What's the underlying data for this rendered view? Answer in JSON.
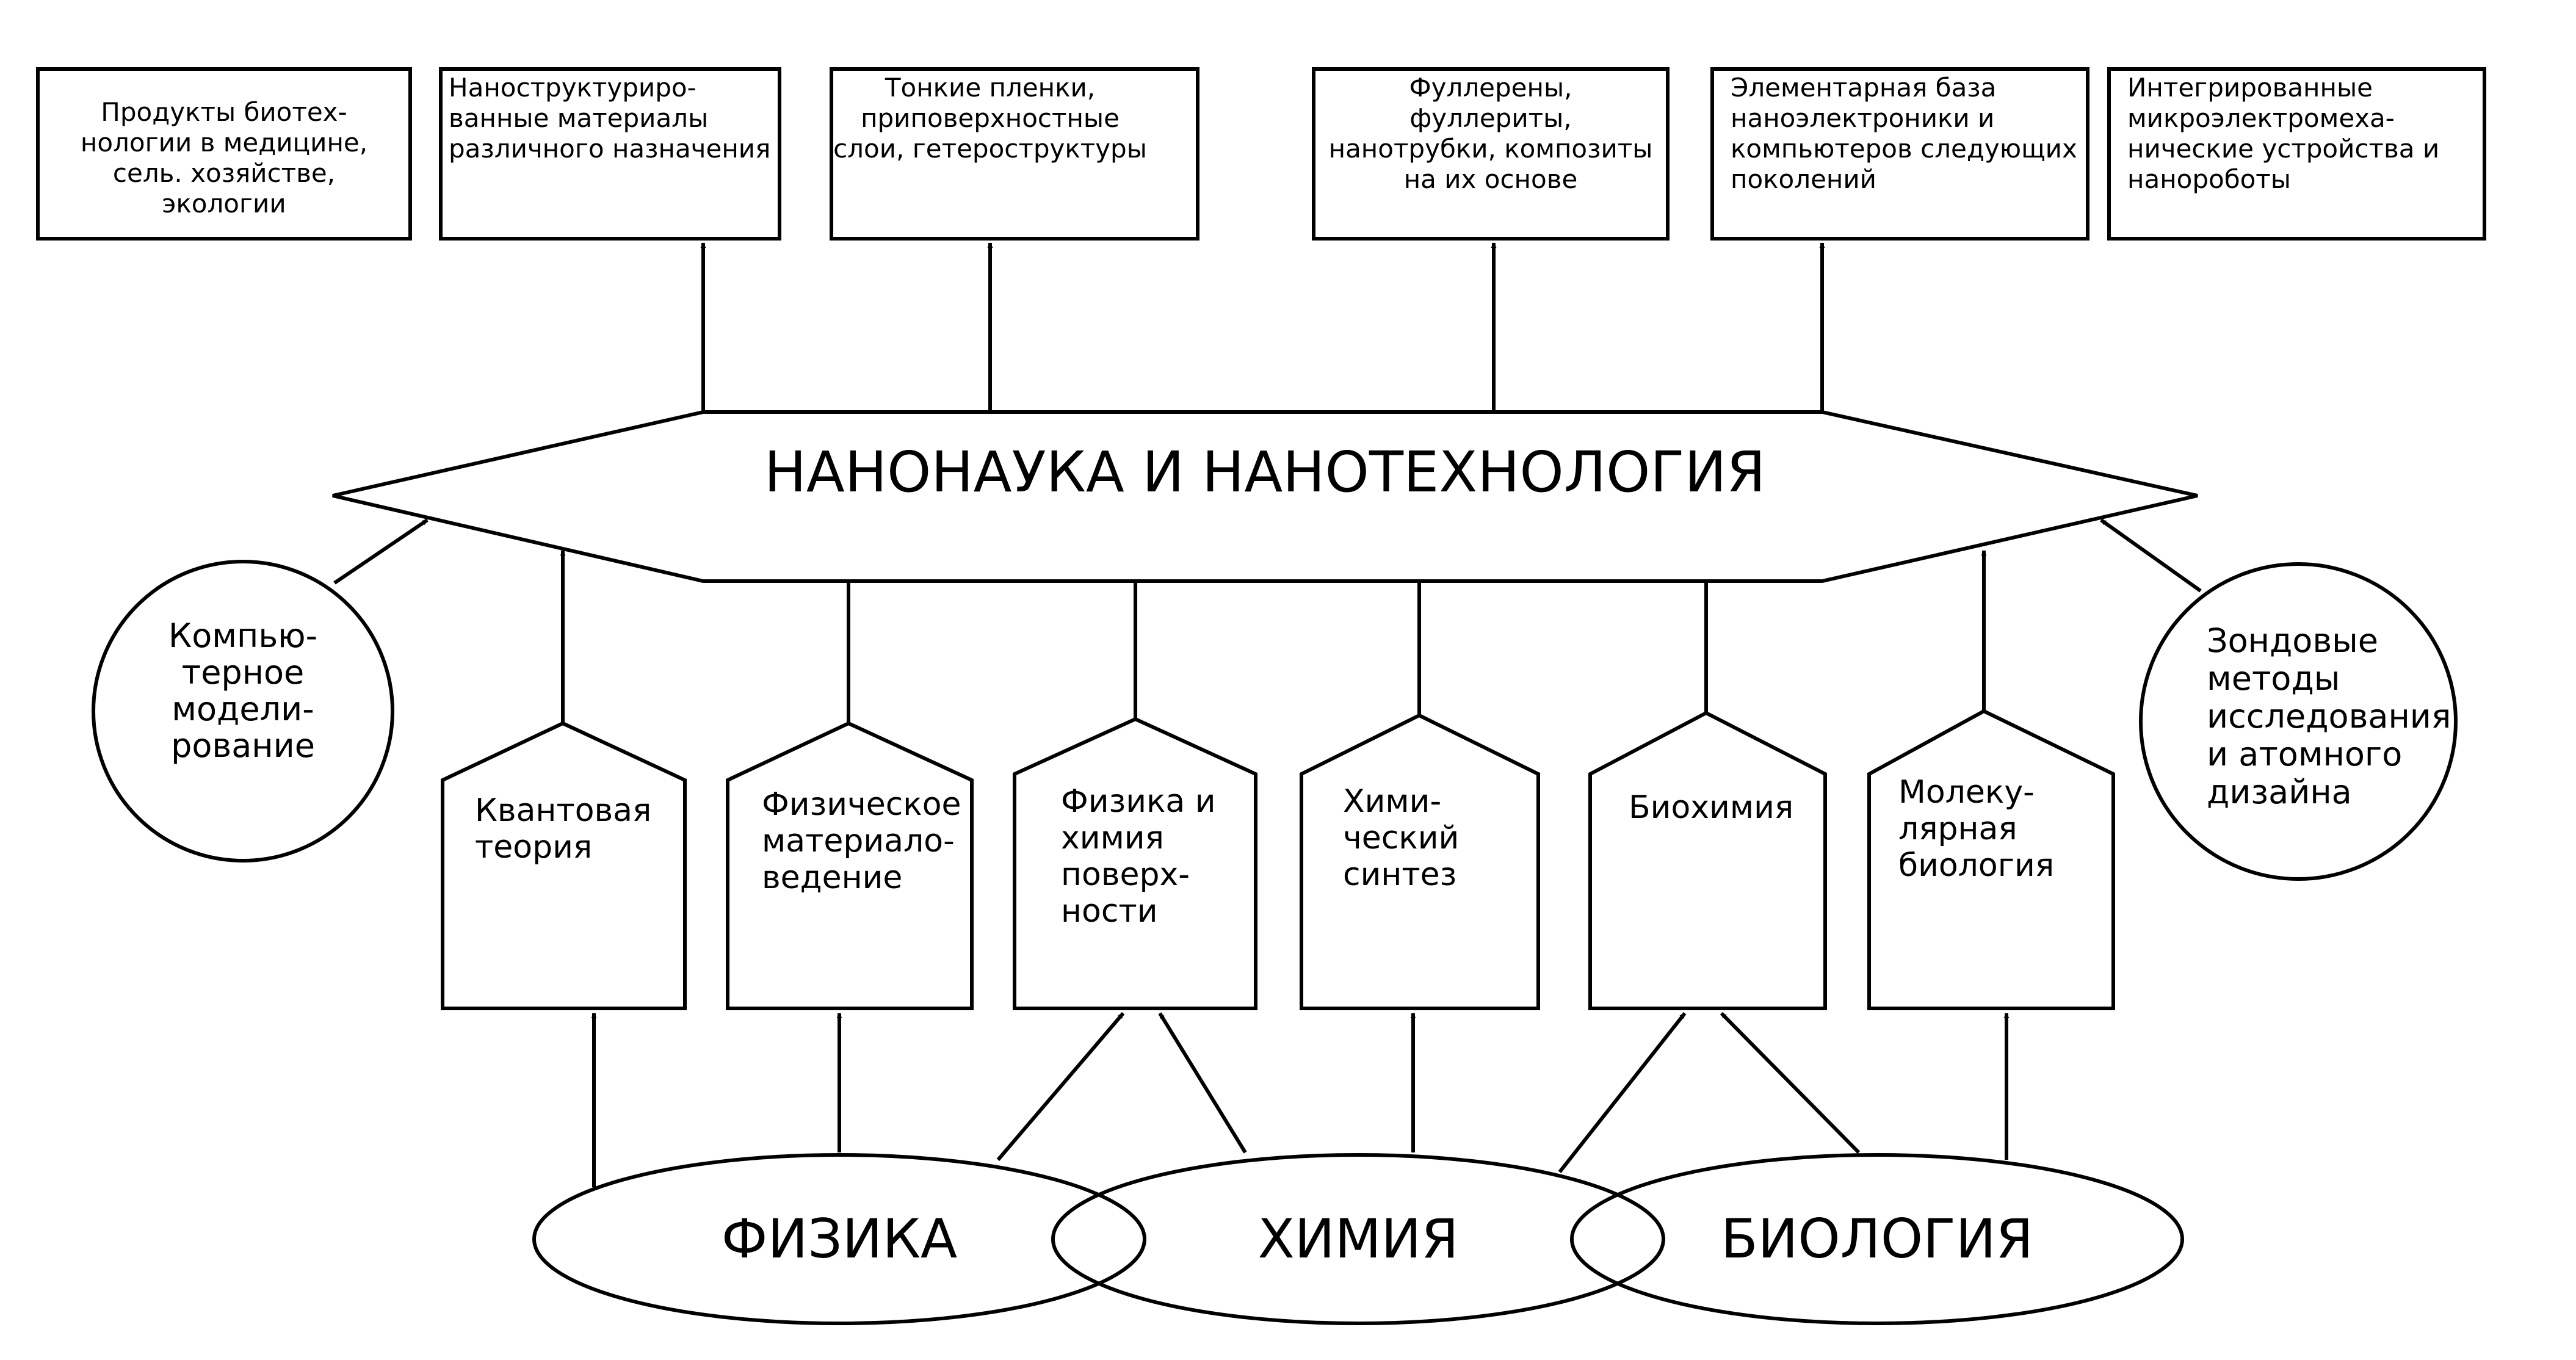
{
  "top_boxes": [
    {
      "id": "biotech",
      "lines": [
        "Продукты биотех-",
        "нологии в медицине,",
        "сель. хозяйстве,",
        "экологии"
      ]
    },
    {
      "id": "nanostruct",
      "lines": [
        "Наноструктуриро-",
        "ванные материалы",
        "различного назначения"
      ]
    },
    {
      "id": "films",
      "lines": [
        "Тонкие пленки,",
        "приповерхностные",
        "слои, гетероструктуры"
      ]
    },
    {
      "id": "fullerenes",
      "lines": [
        "Фуллерены,",
        "фуллериты,",
        "нанотрубки, композиты",
        "на их основе"
      ]
    },
    {
      "id": "nanoelectronics",
      "lines": [
        "Элементарная база",
        "наноэлектроники  и",
        "компьютеров следующих",
        "поколений"
      ]
    },
    {
      "id": "mems",
      "lines": [
        "Интегрированные",
        "микроэлектромеха-",
        "нические устройства и",
        "нанороботы"
      ]
    }
  ],
  "center": {
    "label": "НАНОНАУКА И НАНОТЕХНОЛОГИЯ"
  },
  "side_circles": [
    {
      "id": "modeling",
      "lines": [
        "Компью-",
        "терное",
        "модели-",
        "рование"
      ]
    },
    {
      "id": "probe",
      "lines": [
        "Зондовые",
        "методы",
        "исследования",
        "и атомного",
        "дизайна"
      ]
    }
  ],
  "middle_boxes": [
    {
      "id": "quantum",
      "lines": [
        "Квантовая",
        "теория"
      ]
    },
    {
      "id": "materials",
      "lines": [
        "Физическое",
        "материало-",
        "ведение"
      ]
    },
    {
      "id": "surface",
      "lines": [
        "Физика и",
        "химия",
        "поверх-",
        "ности"
      ]
    },
    {
      "id": "synthesis",
      "lines": [
        "Хими-",
        "ческий",
        "синтез"
      ]
    },
    {
      "id": "biochem",
      "lines": [
        "Биохимия"
      ]
    },
    {
      "id": "molbio",
      "lines": [
        "Молеку-",
        "лярная",
        "биология"
      ]
    }
  ],
  "bottom_ellipses": [
    {
      "id": "physics",
      "label": "ФИЗИКА"
    },
    {
      "id": "chemistry",
      "label": "ХИМИЯ"
    },
    {
      "id": "biology",
      "label": "БИОЛОГИЯ"
    }
  ]
}
